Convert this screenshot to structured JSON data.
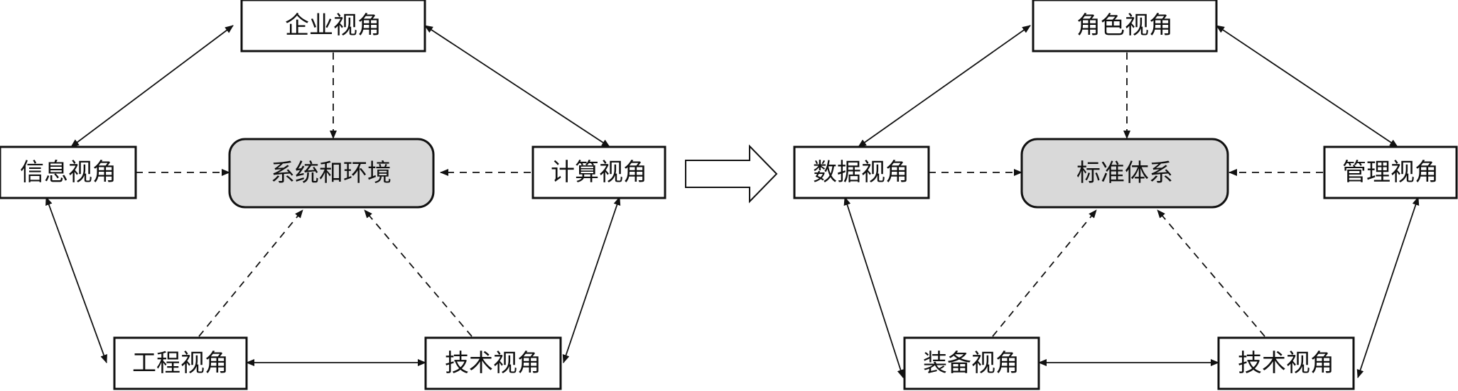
{
  "left_diagram": {
    "top": "企业视角",
    "left": "信息视角",
    "right": "计算视角",
    "center": "系统和环境",
    "bottom_left": "工程视角",
    "bottom_right": "技术视角"
  },
  "right_diagram": {
    "top": "角色视角",
    "left": "数据视角",
    "right": "管理视角",
    "center": "标准体系",
    "bottom_left": "装备视角",
    "bottom_right": "技术视角"
  }
}
